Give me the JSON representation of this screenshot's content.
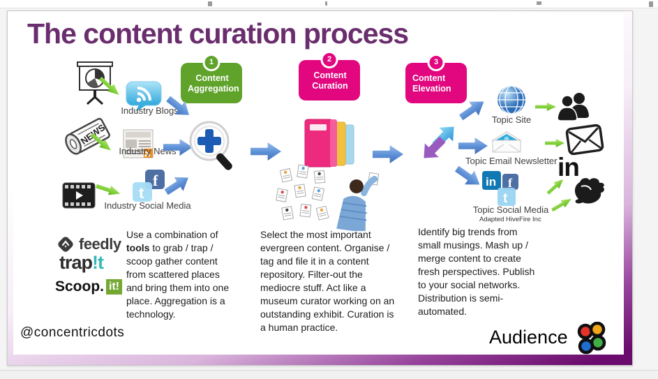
{
  "slide": {
    "title": "The content curation process",
    "credit": "@concentricdots",
    "audience_label": "Audience",
    "adapted_note": "Adapted HiveFire Inc"
  },
  "stages": [
    {
      "number": "1",
      "label": "Content Aggregation"
    },
    {
      "number": "2",
      "label": "Content Curation"
    },
    {
      "number": "3",
      "label": "Content Elevation"
    }
  ],
  "sources": {
    "blogs": "Industry Blogs",
    "news": "Industry News",
    "social": "Industry Social Media"
  },
  "outputs": {
    "site": "Topic Site",
    "email": "Topic Email Newsletter",
    "social": "Topic Social Media"
  },
  "tools": {
    "feedly": "feedly",
    "trapit_black": "trap",
    "trapit_teal": "!t",
    "scoop_black": "Scoop.",
    "scoop_green": "it!"
  },
  "icon_letters": {
    "facebook": "f",
    "twitter": "t",
    "linkedin": "in",
    "news_roll": "NEWS"
  },
  "descriptions": {
    "aggregation_pre": "Use a combination of ",
    "aggregation_bold": "tools",
    "aggregation_post": " to grab / trap / scoop gather content from scattered places and bring them into one place. Aggregation is a technology.",
    "curation": "Select the most important evergreen content. Organise / tag and file it in a content repository. Filter-out the mediocre stuff. Act like a museum curator working on an outstanding exhibit. Curation is a human practice.",
    "elevation": "Identify big trends from small musings. Mash up / merge content to create fresh perspectives. Publish to your social networks. Distribution is semi-automated."
  },
  "colors": {
    "title": "#6a2d6d",
    "stage_green": "#5fa32b",
    "stage_pink": "#e2067f",
    "arrow_blue": "#5b8fd6",
    "arrow_green": "#76c92d",
    "frame_purple": "#6a0b6d"
  }
}
